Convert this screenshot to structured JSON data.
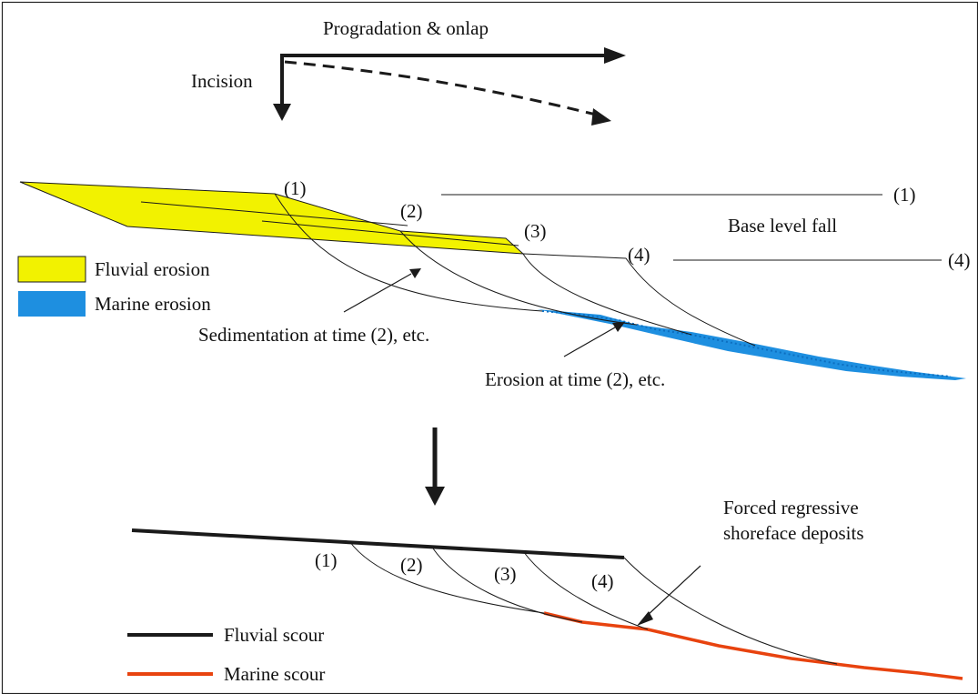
{
  "colors": {
    "fluvial_fill": "#f2f200",
    "marine_fill": "#1e8fe0",
    "fluvial_scour": "#1a1a1a",
    "marine_scour": "#e8430f",
    "line": "#1a1a1a"
  },
  "arrows": {
    "progradation_label": "Progradation & onlap",
    "incision_label": "Incision"
  },
  "upper_panel": {
    "time_1": "(1)",
    "time_2": "(2)",
    "time_3": "(3)",
    "time_4": "(4)",
    "base_level_1": "(1)",
    "base_level_4": "(4)",
    "base_level_label": "Base level fall",
    "sedimentation_label": "Sedimentation at time (2), etc.",
    "erosion_label": "Erosion at time (2), etc."
  },
  "legend_top": {
    "fluvial_erosion": "Fluvial erosion",
    "marine_erosion": "Marine erosion"
  },
  "lower_panel": {
    "time_1": "(1)",
    "time_2": "(2)",
    "time_3": "(3)",
    "time_4": "(4)",
    "deposits_label_line1": "Forced regressive",
    "deposits_label_line2": "shoreface deposits"
  },
  "legend_bottom": {
    "fluvial_scour": "Fluvial scour",
    "marine_scour": "Marine scour"
  }
}
